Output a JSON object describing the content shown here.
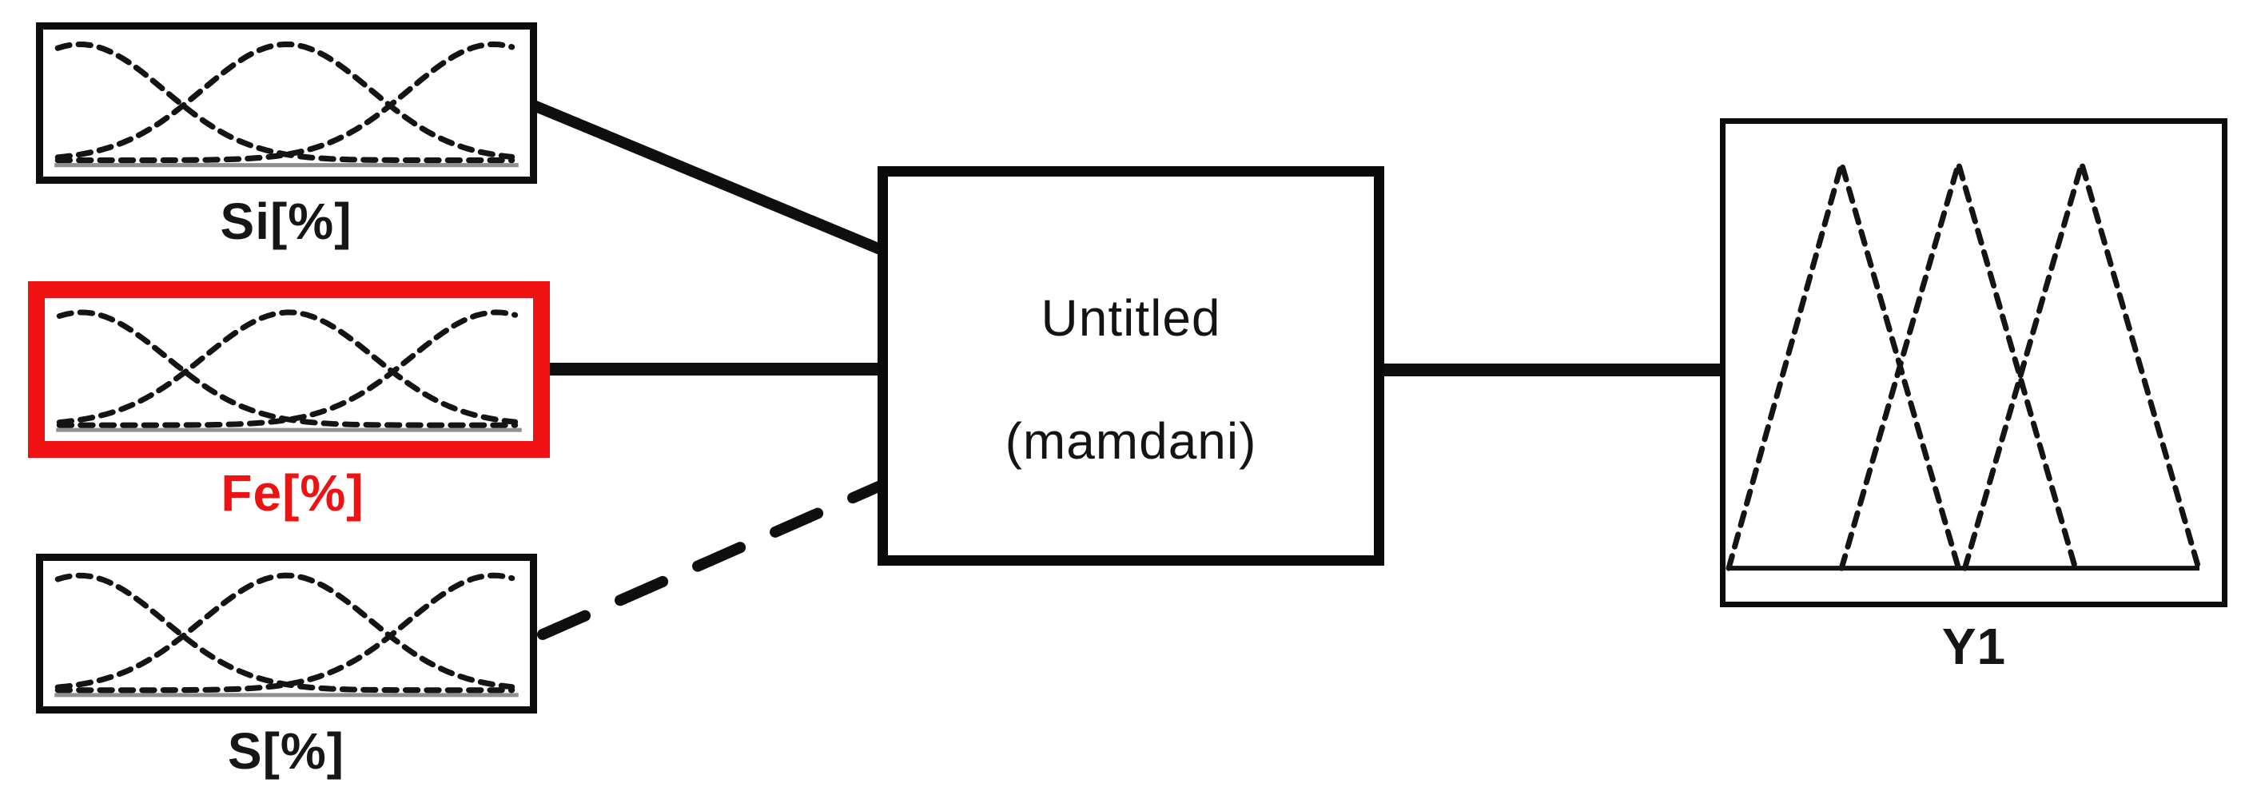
{
  "diagram": {
    "type": "fuzzy-inference-system-structure",
    "system": {
      "name": "Untitled",
      "inference": "(mamdani)"
    },
    "inputs": [
      {
        "label": "Si[%]",
        "selected": false,
        "mf_shape": "gaussian",
        "mf_count": 3,
        "connection_style": "solid"
      },
      {
        "label": "Fe[%]",
        "selected": true,
        "mf_shape": "gaussian",
        "mf_count": 3,
        "connection_style": "solid"
      },
      {
        "label": "S[%]",
        "selected": false,
        "mf_shape": "gaussian",
        "mf_count": 3,
        "connection_style": "dashed"
      }
    ],
    "outputs": [
      {
        "label": "Y1",
        "selected": false,
        "mf_shape": "triangular",
        "mf_count": 3,
        "connection_style": "solid"
      }
    ],
    "colors": {
      "selection_red": "#f01212",
      "line_black": "#0f0f0f",
      "axis_gray": "#8f8f8f",
      "background": "#ffffff"
    }
  }
}
